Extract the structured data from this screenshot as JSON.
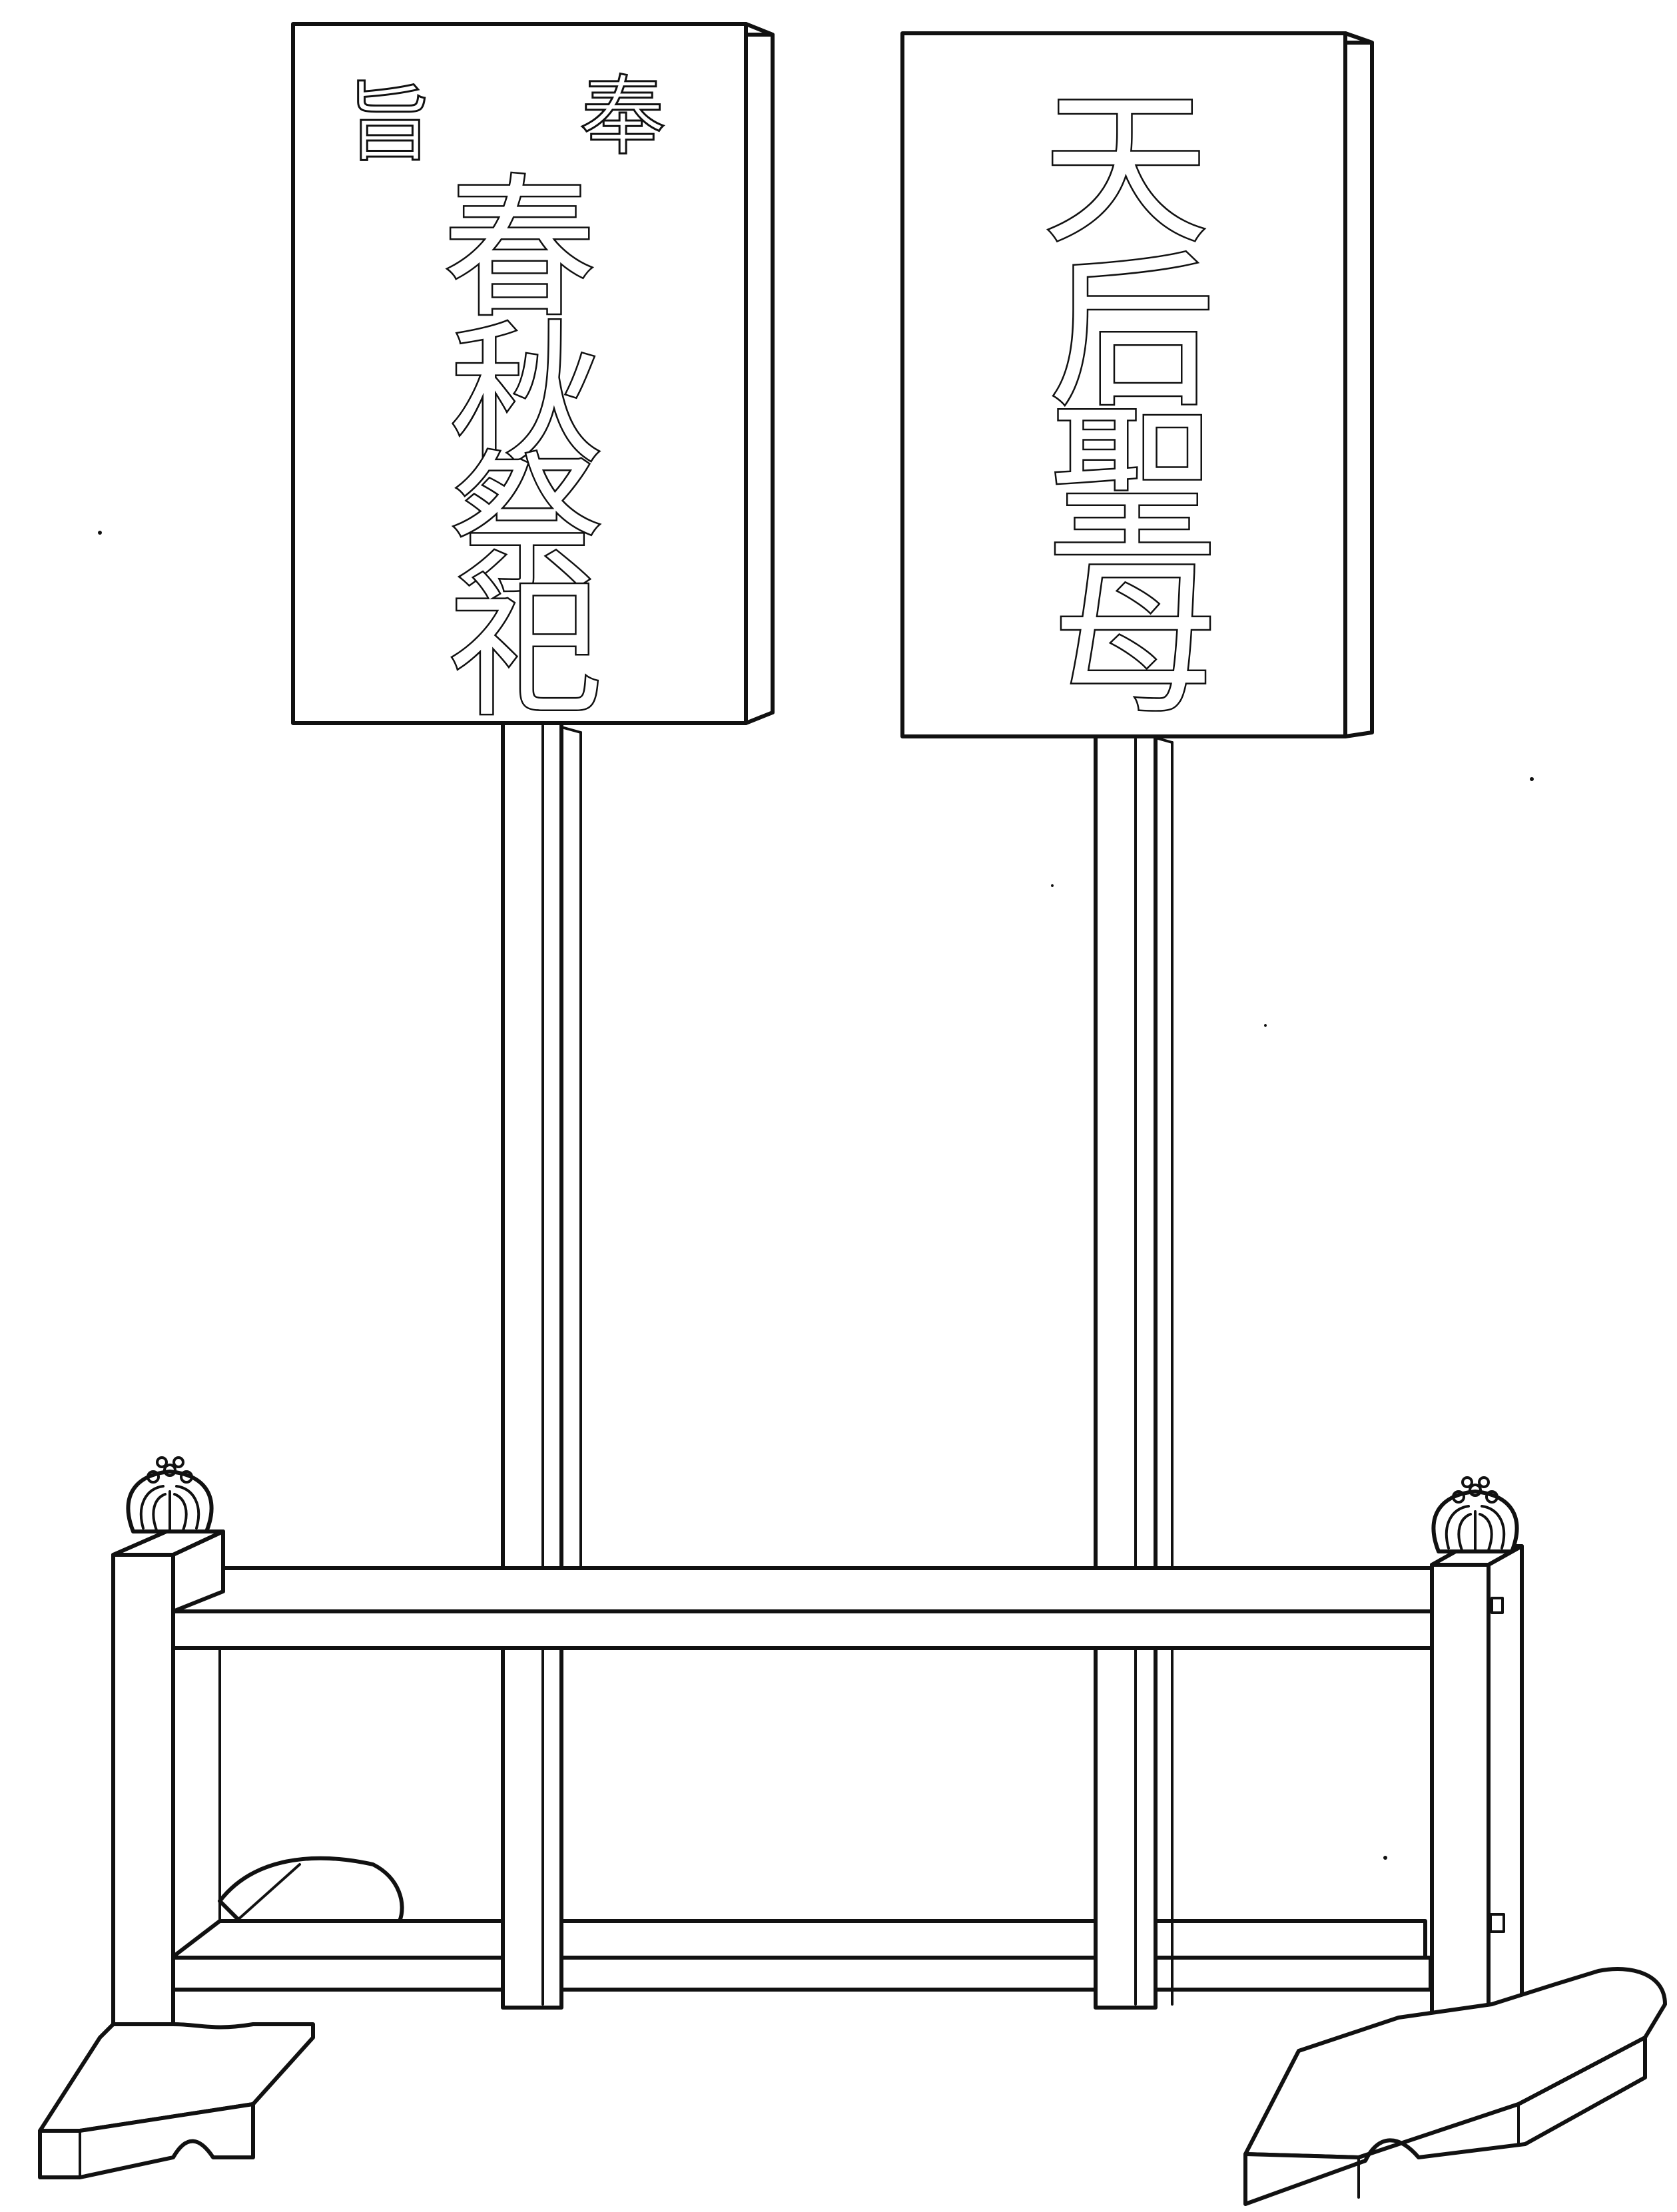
{
  "left_sign": {
    "small_chars_left": "旨",
    "small_chars_right": "奉",
    "main_chars": [
      "春",
      "秋",
      "祭",
      "祀"
    ]
  },
  "right_sign": {
    "main_chars": [
      "天",
      "后",
      "聖",
      "母"
    ]
  },
  "colors": {
    "ink": "#111111",
    "paper": "#ffffff"
  }
}
